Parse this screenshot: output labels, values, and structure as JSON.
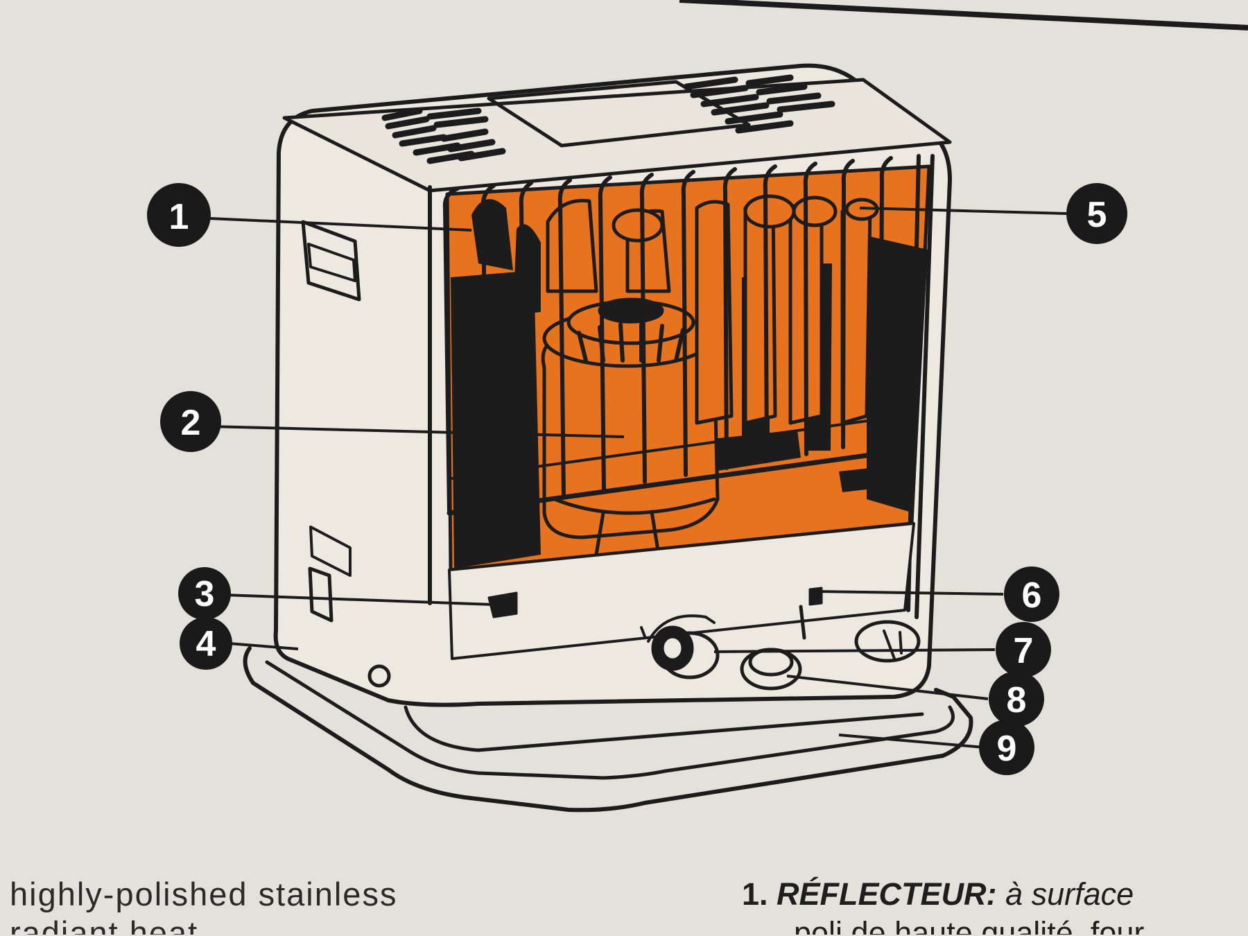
{
  "callouts": [
    "1",
    "2",
    "3",
    "4",
    "5",
    "6",
    "7",
    "8",
    "9"
  ],
  "caption_left": {
    "line1": "highly-polished stainless",
    "line2": "radiant heat"
  },
  "caption_right": {
    "number": "1.",
    "label": "RÉFLECTEUR:",
    "text": "à surface",
    "line2": "poli de haute qualité, four"
  },
  "colors": {
    "paper": "#e4e1da",
    "ink": "#1c1c1c",
    "orange": "#e8731f",
    "callout_fill": "#1a1a1a",
    "callout_text": "#ffffff"
  }
}
